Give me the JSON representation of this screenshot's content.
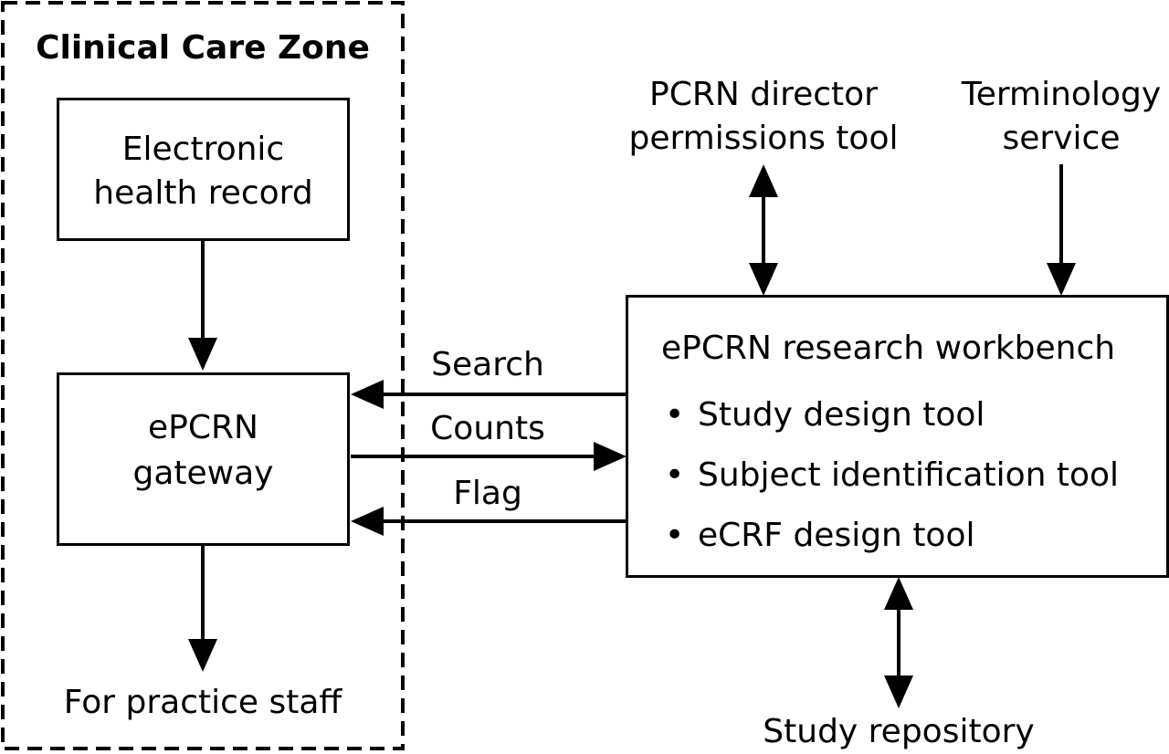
{
  "clinical_zone": {
    "title": "Clinical Care Zone"
  },
  "ehr_box": {
    "lines": [
      "Electronic",
      "health record"
    ]
  },
  "gateway_box": {
    "lines": [
      "ePCRN",
      "gateway"
    ]
  },
  "practice_staff": {
    "label": "For practice staff"
  },
  "director_tool": {
    "lines": [
      "PCRN director",
      "permissions tool"
    ]
  },
  "terminology": {
    "lines": [
      "Terminology",
      "service"
    ]
  },
  "workbench": {
    "title": "ePCRN research workbench",
    "items": [
      "Study design tool",
      "Subject identification tool",
      "eCRF design tool"
    ]
  },
  "flows": {
    "search": "Search",
    "counts": "Counts",
    "flag": "Flag"
  },
  "repository": {
    "label": "Study repository"
  }
}
